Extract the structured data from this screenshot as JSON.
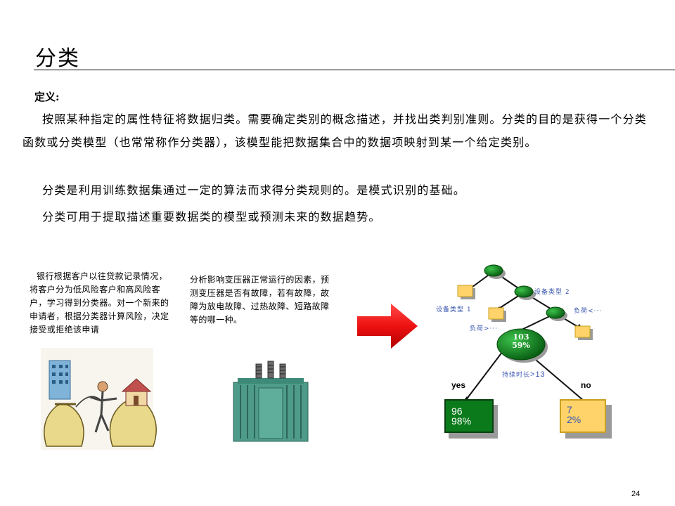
{
  "slide": {
    "title": "分类",
    "definition_label": "定义:",
    "paragraph1": "按照某种指定的属性特征将数据归类。需要确定类别的概念描述，并找出类判别准则。分类的目的是获得一个分类函数或分类模型（也常常称作分类器），该模型能把数据集合中的数据项映射到某一个给定类别。",
    "paragraph2": "分类是利用训练数据集通过一定的算法而求得分类规则的。是模式识别的基础。",
    "paragraph3": "分类可用于提取描述重要数据类的模型或预测未来的数据趋势。",
    "bank_example": "银行根据客户以往贷款记录情况，将客户分为低风险客户和高风险客户，学习得到分类器。对一个新来的申请者，根据分类器计算风险，决定接受或拒绝该申请",
    "transformer_example": "分析影响变压器正常运行的因素，预测变压器是否有故障，若有故障，故障为放电故障、过热故障、短路故障等的哪一种。",
    "page_number": "24"
  },
  "tree": {
    "label_device_type_2": "设备类型 2",
    "label_device_type_1": "设备类型 1",
    "label_load_lt": "负荷<···",
    "label_load_gt": "负荷>···",
    "root_count": "103",
    "root_pct": "59%",
    "label_duration": "持续时长",
    "label_duration_value": ">13",
    "branch_yes": "yes",
    "branch_no": "no",
    "leaf_yes_count": "96",
    "leaf_yes_pct": "98%",
    "leaf_no_count": "7",
    "leaf_no_pct": "2%"
  },
  "colors": {
    "green_node": "#0a7a1a",
    "green_dark": "#0b5e12",
    "yellow_box": "#ffd36a",
    "yellow_border": "#c8a020",
    "arrow_red": "#ee1111",
    "label_blue": "#3a56b0"
  }
}
